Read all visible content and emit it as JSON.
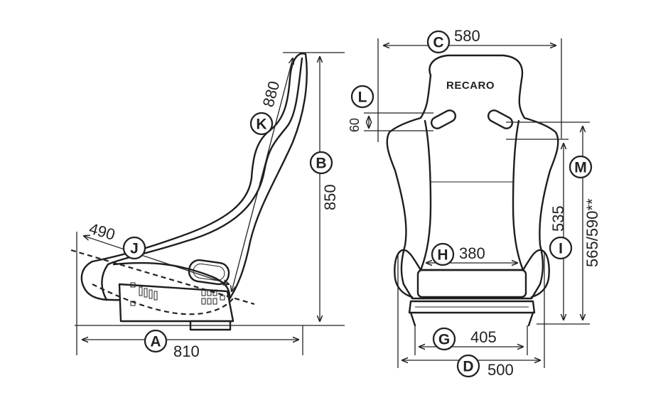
{
  "brand_logo": "RECARO",
  "dimensions": {
    "A": {
      "letter": "A",
      "value": "810"
    },
    "B": {
      "letter": "B",
      "value": "850"
    },
    "C": {
      "letter": "C",
      "value": "580"
    },
    "D": {
      "letter": "D",
      "value": "500"
    },
    "G": {
      "letter": "G",
      "value": "405"
    },
    "H": {
      "letter": "H",
      "value": "380"
    },
    "I": {
      "letter": "I",
      "value": "535"
    },
    "J": {
      "letter": "J",
      "value": "490"
    },
    "K": {
      "letter": "K",
      "value": "880"
    },
    "L": {
      "letter": "L",
      "value": "60"
    },
    "M": {
      "letter": "M",
      "value": "565/590**"
    }
  },
  "colors": {
    "line": "#222222",
    "background": "#ffffff"
  }
}
